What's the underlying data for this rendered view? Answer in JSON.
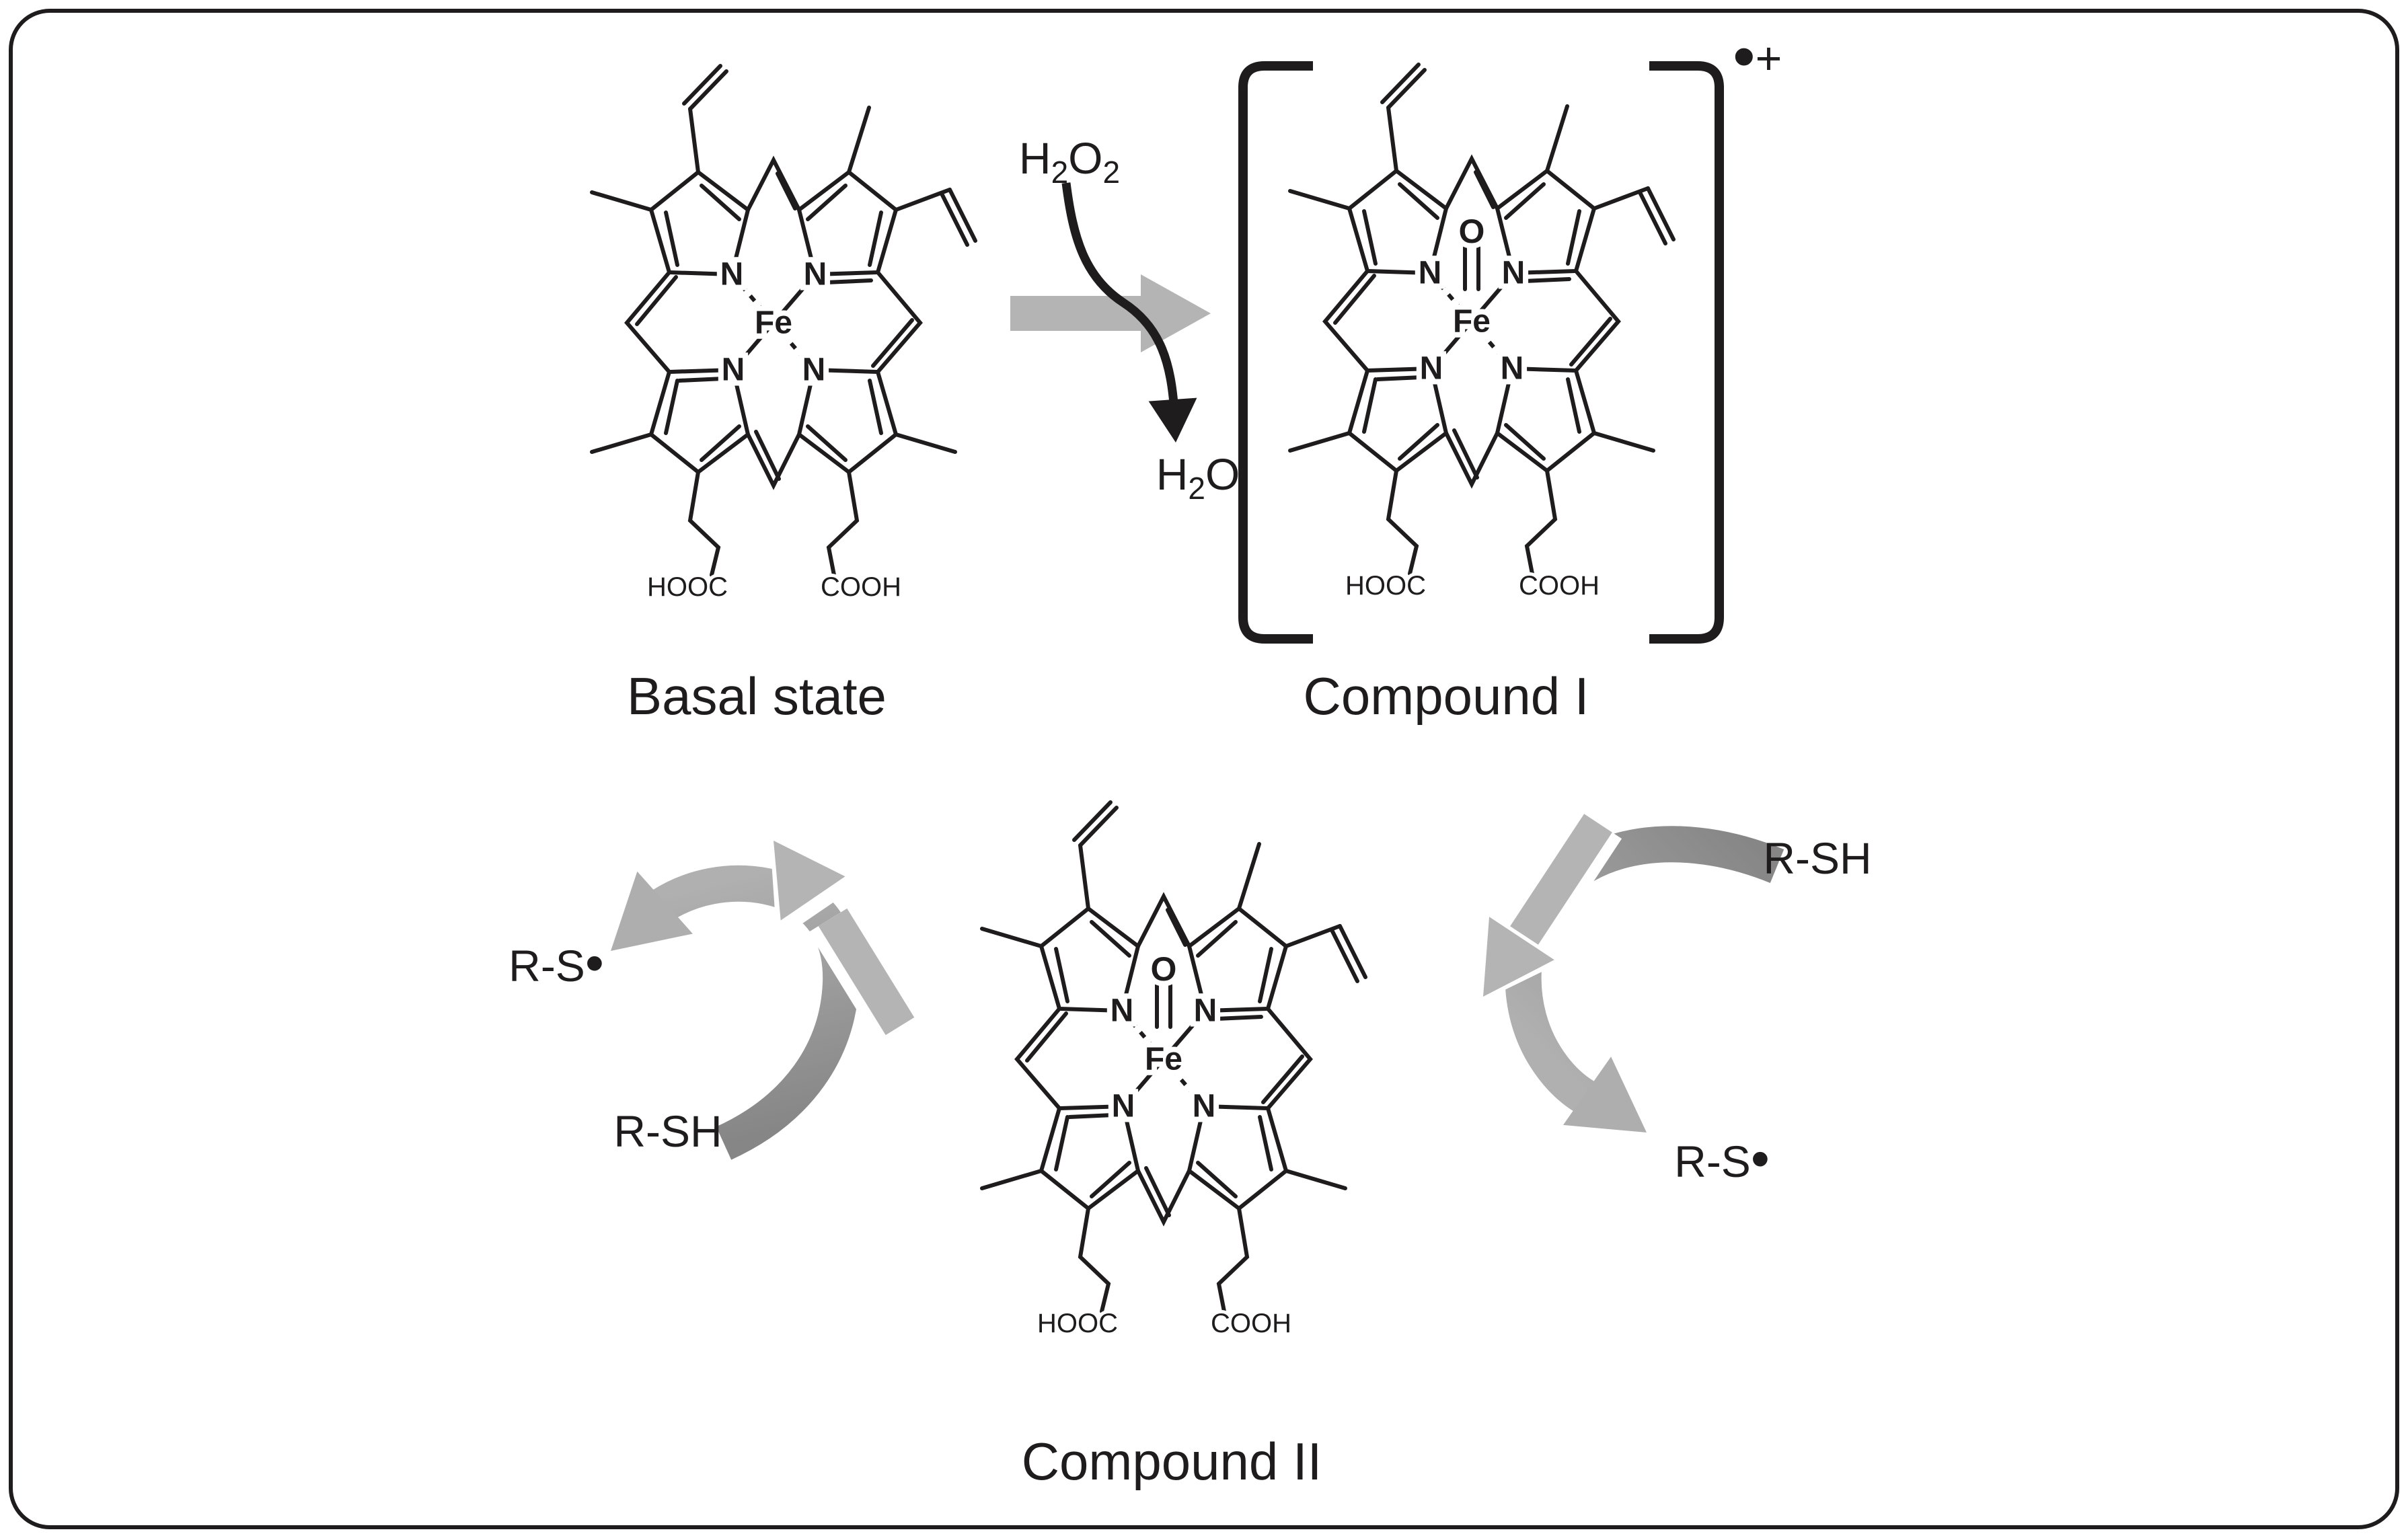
{
  "figure": {
    "description_labels": {
      "basal": "Basal state",
      "compound1": "Compound I",
      "compound2": "Compound II"
    },
    "compound1_radical_cation_parts": [
      "•",
      "+"
    ]
  },
  "heme": {
    "fe": "Fe",
    "n": "N",
    "oxo": "O",
    "propionate_left": "HOOC",
    "propionate_right": "COOH"
  },
  "reagents": {
    "h2o2_parts": [
      "H",
      "2",
      "O",
      "2"
    ],
    "h2o_parts": [
      "H",
      "2",
      "O"
    ],
    "rsh_left": "R-SH",
    "rs_radical_left_parts": [
      "R-S",
      "•"
    ],
    "rsh_right": "R-SH",
    "rs_radical_right_parts": [
      "R-S",
      "•"
    ]
  },
  "colors": {
    "ink": "#1e1c1d",
    "arrow_light": "#b4b4b4",
    "arrow_mid": "#a6a6a6",
    "arrow_dark": "#868686",
    "background": "#ffffff"
  }
}
